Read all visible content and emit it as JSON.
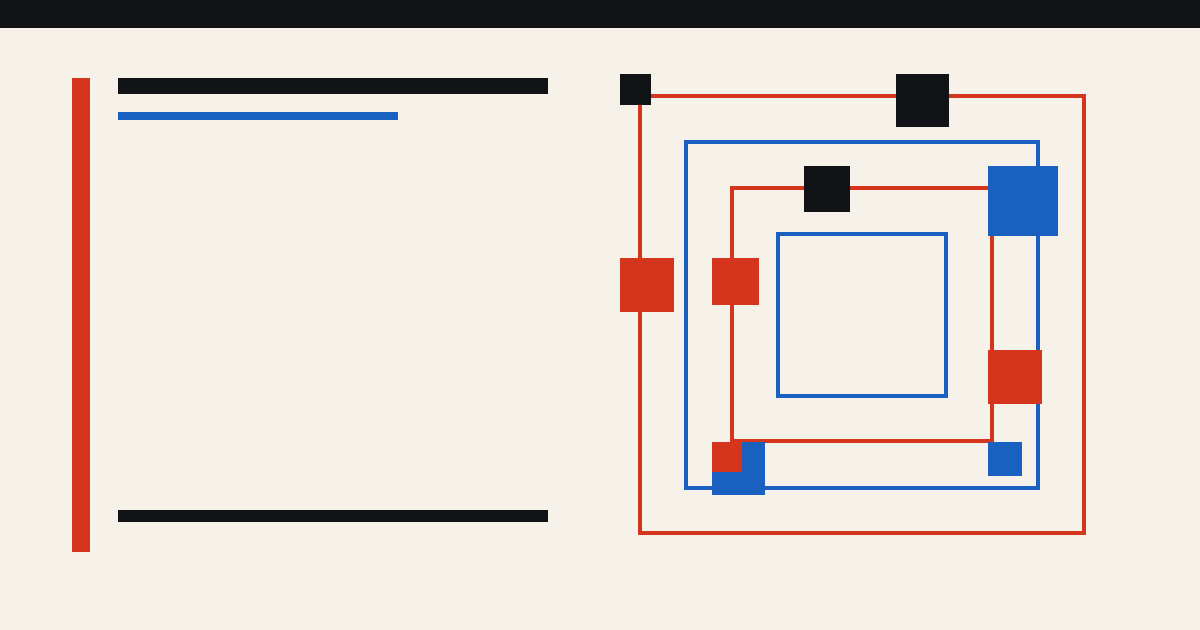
{
  "colors": {
    "background": "#f6f2ea",
    "topbar": "#121316",
    "red": "#d4351c",
    "blue": "#1a60be",
    "black": "#121316"
  },
  "decor": {
    "frames": [
      {
        "name": "frame-outer",
        "color": "red"
      },
      {
        "name": "frame-second",
        "color": "blue"
      },
      {
        "name": "frame-third",
        "color": "red"
      },
      {
        "name": "frame-inner",
        "color": "blue"
      }
    ],
    "blocks": [
      {
        "name": "block-black-top-left",
        "color": "black"
      },
      {
        "name": "block-black-top-mid",
        "color": "black"
      },
      {
        "name": "block-black-upper",
        "color": "black"
      },
      {
        "name": "block-blue-upper-right",
        "color": "blue"
      },
      {
        "name": "block-red-left",
        "color": "red"
      },
      {
        "name": "block-red-left-inner",
        "color": "red"
      },
      {
        "name": "block-red-right",
        "color": "red"
      },
      {
        "name": "block-blue-bottom-left",
        "color": "blue"
      },
      {
        "name": "block-red-bottom-left",
        "color": "red"
      },
      {
        "name": "block-blue-bottom-right",
        "color": "blue"
      }
    ]
  }
}
